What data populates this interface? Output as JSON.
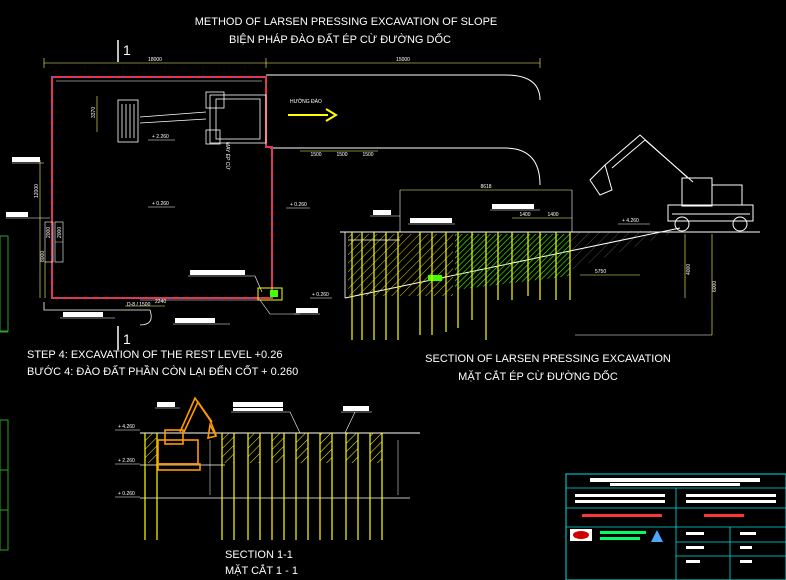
{
  "titles": {
    "plan_en": "METHOD OF LARSEN PRESSING EXCAVATION OF SLOPE",
    "plan_vi": "BIỆN PHÁP ĐÀO ĐẤT ÉP CỪ ĐƯỜNG DỐC",
    "step_en": "STEP 4: EXCAVATION OF THE REST LEVEL +0.26",
    "step_vi": "BƯỚC 4: ĐÀO ĐẤT PHẦN CÒN LẠI ĐẾN CỐT + 0.260",
    "section_en": "SECTION OF LARSEN PRESSING EXCAVATION",
    "section_vi": "MẶT CẮT ÉP CỪ ĐƯỜNG DỐC",
    "section11_en": "SECTION 1-1",
    "section11_vi": "MẶT CẮT 1 - 1"
  },
  "markers": {
    "cut_top": "1",
    "cut_bottom": "1"
  },
  "plan": {
    "dim_left_top": "18000",
    "dim_right_top": "15000",
    "dims_bottom": [
      "1500",
      "1500",
      "1500"
    ],
    "dim_side": "3370",
    "dim_left": "12000",
    "dims_inner": [
      "2000",
      "2000"
    ],
    "dim_plate": "8000",
    "dim_bottom_1": "D-8 / 1500",
    "dim_bottom_2": "2240",
    "arrow_label": "HƯỚNG ĐÀO",
    "level_top": "+ 2.260",
    "level_mid": "+ 0.260",
    "level_right": "+ 0.260",
    "level_corner": "+ 0.260",
    "crane_label": "MAY ÉP CỪ"
  },
  "section": {
    "dim_top": "8618",
    "dims_sub": [
      "1400",
      "1400"
    ],
    "dim_slope": "5750",
    "dim_vert_1": "4000",
    "dim_vert_2": "6000",
    "level": "+ 4.260"
  },
  "section11": {
    "levels": [
      "+ 4.260",
      "+ 2.260",
      "+ 0.260"
    ]
  },
  "colors": {
    "wall": "#ff2d2d",
    "pile": "#ffff00",
    "hatch_green": "#4cff00",
    "excavator": "#ff9900",
    "dim": "#ffff66",
    "titleblock": "#00e0e0"
  }
}
